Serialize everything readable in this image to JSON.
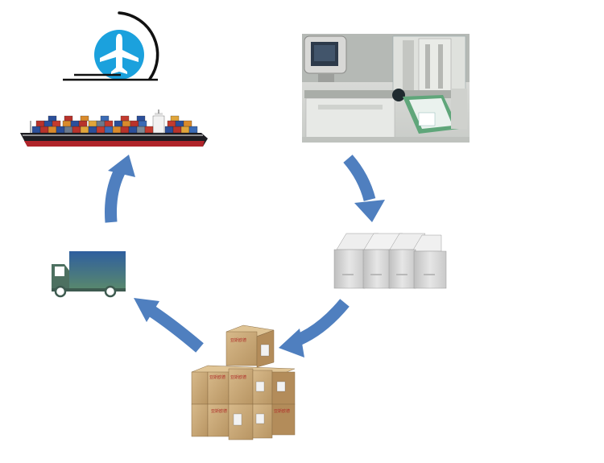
{
  "diagram": {
    "type": "cycle",
    "nodes": [
      {
        "id": "air-freight",
        "icon": "airplane-icon"
      },
      {
        "id": "sea-freight",
        "icon": "cargo-ship-icon"
      },
      {
        "id": "production",
        "icon": "packaging-machine-icon"
      },
      {
        "id": "packed-product",
        "icon": "product-boxes-icon"
      },
      {
        "id": "cartons",
        "icon": "carton-stack-icon"
      },
      {
        "id": "land-freight",
        "icon": "delivery-truck-icon"
      }
    ],
    "flow": [
      "production",
      "packed-product",
      "cartons",
      "land-freight",
      "sea-freight"
    ]
  },
  "colors": {
    "arrow": "#4f7fbf",
    "plane_badge": "#1ba1dd",
    "ship_hull": "#b0242a",
    "truck_body_top": "#2f5f9f",
    "truck_body_bottom": "#5b8a6a",
    "truck_cab": "#4d7060",
    "carton": "#c8a878",
    "product_box": "#d6d6d6"
  }
}
